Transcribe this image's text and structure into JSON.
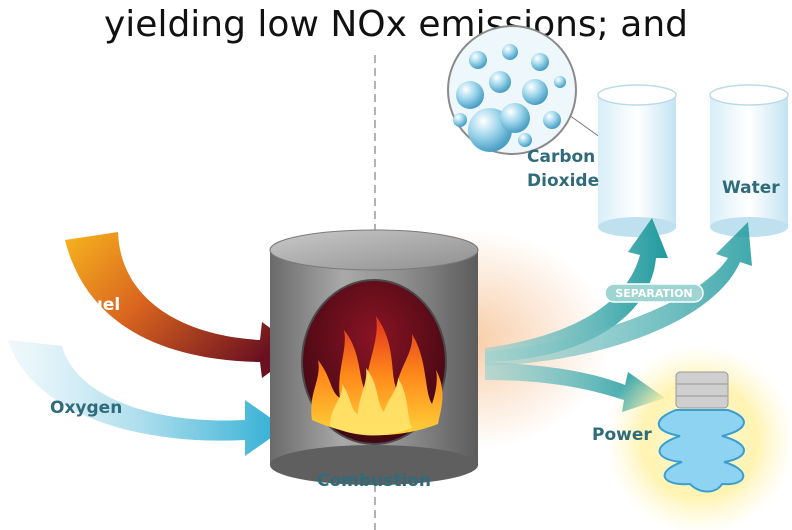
{
  "slide": {
    "title": "yielding low NOx emissions; and"
  },
  "diagram": {
    "labels": {
      "fuel": "Fuel",
      "oxygen": "Oxygen",
      "combustion": "Combustion",
      "carbon_dioxide_line1": "Carbon",
      "carbon_dioxide_line2": "Dioxide",
      "water": "Water",
      "separation": "SEPARATION",
      "power": "Power"
    },
    "colors": {
      "label_text": "#2f6b7a",
      "arrow_teal": "#1f9a9e",
      "fuel_orange": "#f2a31b",
      "fuel_dark": "#6b1020",
      "oxygen_blue": "#3bb5d6",
      "glow": "#f7c79e"
    }
  }
}
